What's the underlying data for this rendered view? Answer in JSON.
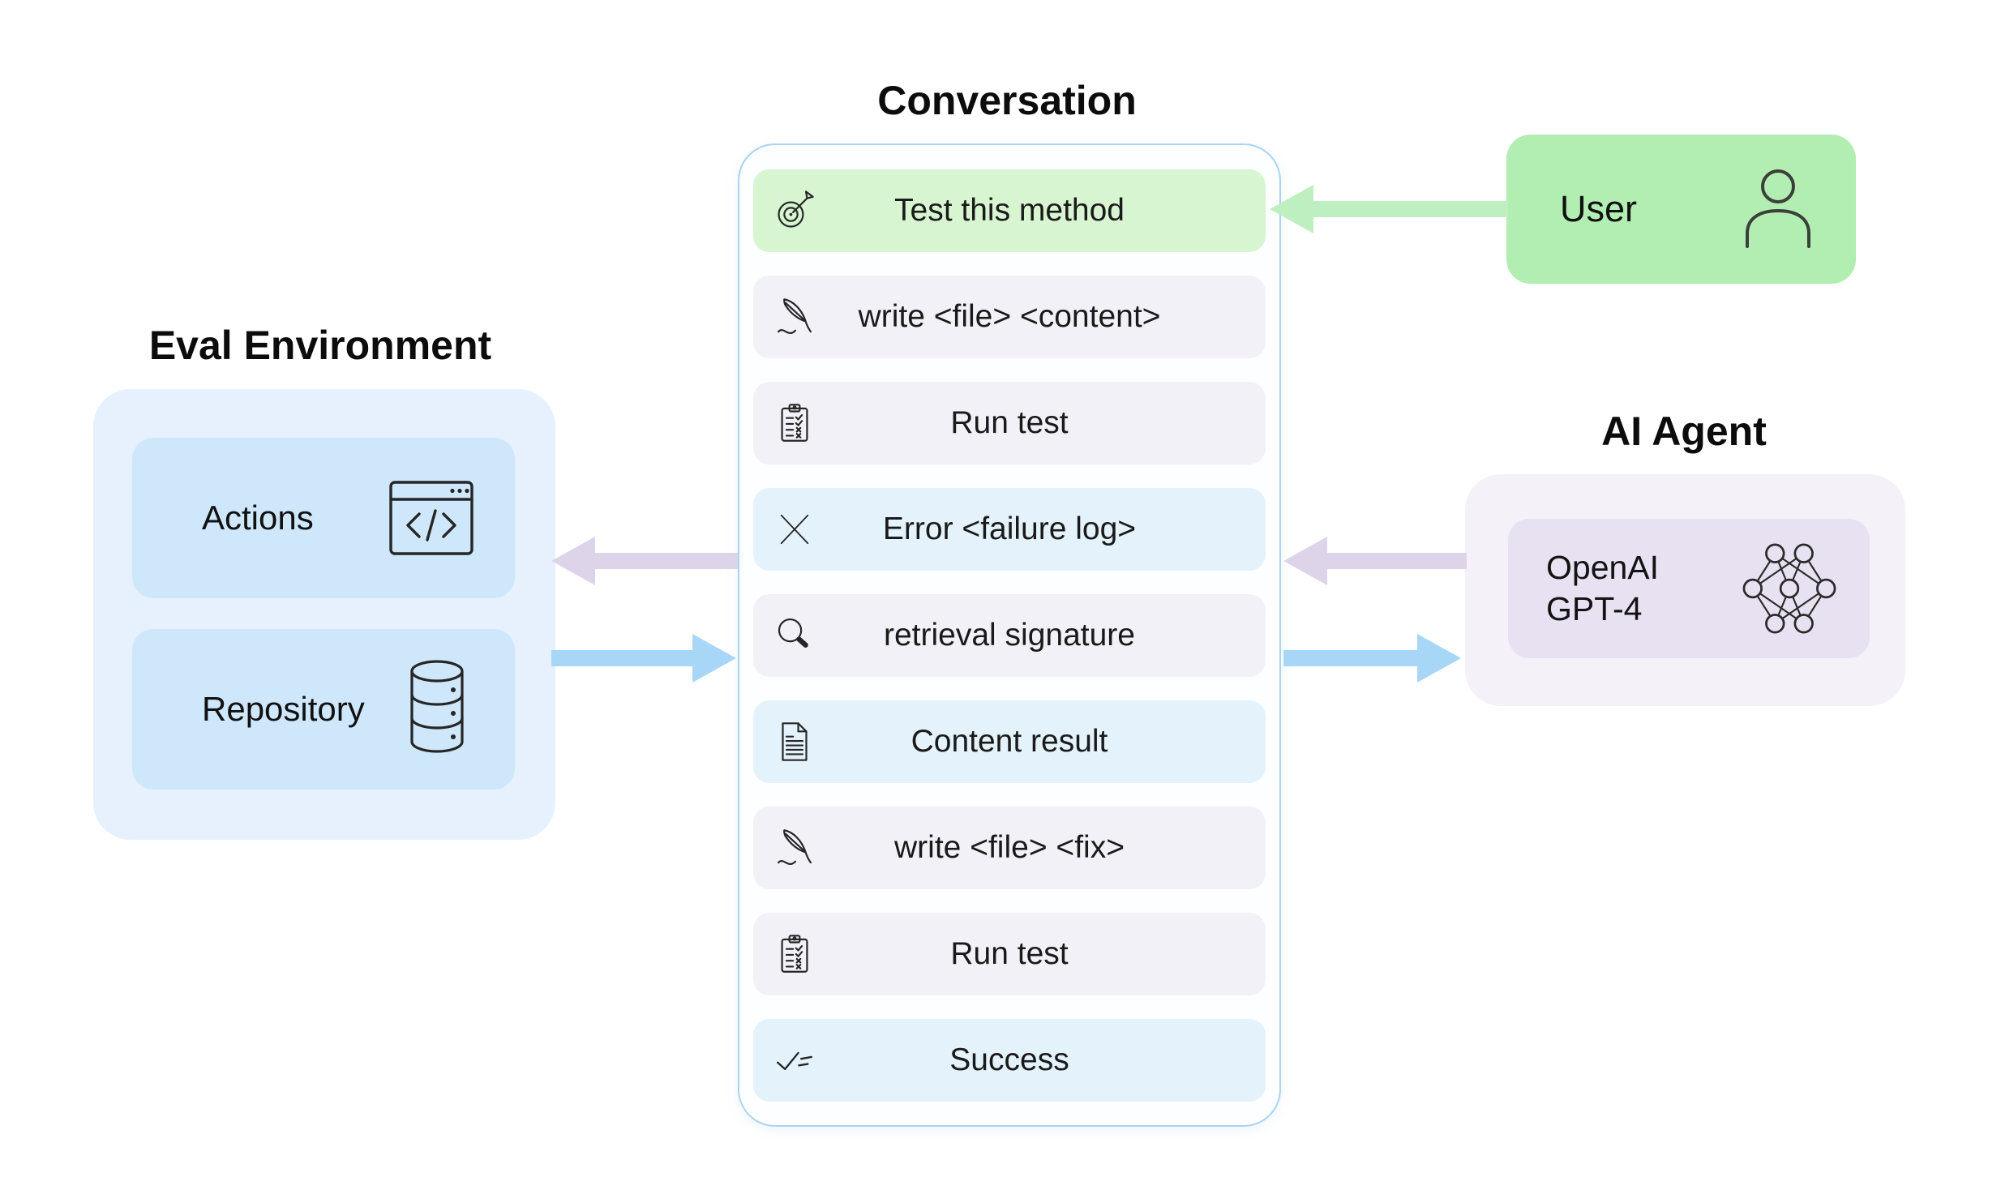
{
  "palette": {
    "arrow_green": "#bdefc0",
    "arrow_purple": "#ddd4e9",
    "arrow_blue": "#a7d6f7",
    "row_green_bg": "#d7f5d0",
    "row_lavender_bg": "#f2f1f8",
    "row_blue_bg": "#e4f2fc",
    "user_box_bg": "#b2edb2",
    "eval_panel_bg": "#e7f1fd",
    "eval_box_bg": "#cfe7fb",
    "ai_panel_bg": "#f4f2f8",
    "ai_box_bg": "#e8e1f1",
    "conversation_border": "#a8d4f2"
  },
  "conversation": {
    "title": "Conversation",
    "rows": [
      {
        "icon": "target-icon",
        "label": "Test this method",
        "tone": "green"
      },
      {
        "icon": "feather-icon",
        "label": "write <file> <content>",
        "tone": "lavender"
      },
      {
        "icon": "clipboard-checklist-icon",
        "label": "Run test",
        "tone": "lavender"
      },
      {
        "icon": "x-icon",
        "label": "Error <failure log>",
        "tone": "blue"
      },
      {
        "icon": "magnifier-icon",
        "label": "retrieval signature",
        "tone": "lavender"
      },
      {
        "icon": "document-icon",
        "label": "Content result",
        "tone": "blue"
      },
      {
        "icon": "feather-icon",
        "label": "write <file> <fix>",
        "tone": "lavender"
      },
      {
        "icon": "clipboard-checklist-icon",
        "label": "Run test",
        "tone": "lavender"
      },
      {
        "icon": "check-lines-icon",
        "label": "Success",
        "tone": "blue"
      }
    ]
  },
  "user": {
    "label": "User"
  },
  "ai_agent": {
    "title": "AI Agent",
    "model": {
      "line1": "OpenAI",
      "line2": "GPT-4"
    }
  },
  "eval_environment": {
    "title": "Eval Environment",
    "boxes": [
      {
        "label": "Actions"
      },
      {
        "label": "Repository"
      }
    ]
  },
  "arrows": [
    {
      "name": "user-to-conversation",
      "color": "green",
      "direction": "left"
    },
    {
      "name": "agent-to-conversation",
      "color": "purple",
      "direction": "left"
    },
    {
      "name": "conversation-to-agent",
      "color": "blue",
      "direction": "right"
    },
    {
      "name": "conversation-to-eval",
      "color": "purple",
      "direction": "left"
    },
    {
      "name": "eval-to-conversation",
      "color": "blue",
      "direction": "right"
    }
  ]
}
